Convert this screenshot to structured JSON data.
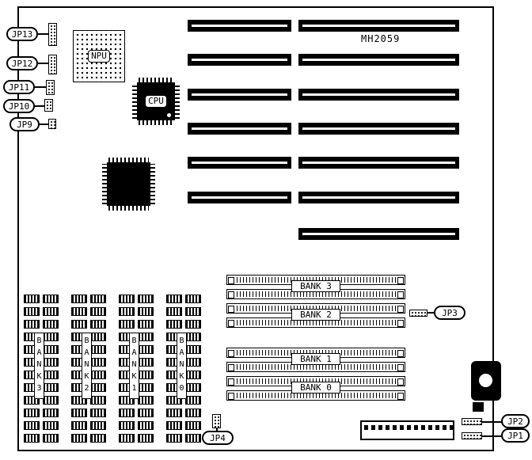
{
  "board": {
    "model": "MH2059",
    "background": "#ffffff",
    "line_color": "#000000"
  },
  "chips": {
    "npu": "NPU",
    "cpu": "CPU"
  },
  "jumpers": {
    "jp13": "JP13",
    "jp12": "JP12",
    "jp11": "JP11",
    "jp10": "JP10",
    "jp9": "JP9",
    "jp4": "JP4",
    "jp3": "JP3",
    "jp2": "JP2",
    "jp1": "JP1"
  },
  "simm_banks": {
    "bank3": "BANK 3",
    "bank2": "BANK 2",
    "bank1": "BANK 1",
    "bank0": "BANK 0"
  },
  "dip_banks": {
    "bank3": "BANK3",
    "bank2": "BANK2",
    "bank1": "BANK1",
    "bank0": "BANK0"
  }
}
